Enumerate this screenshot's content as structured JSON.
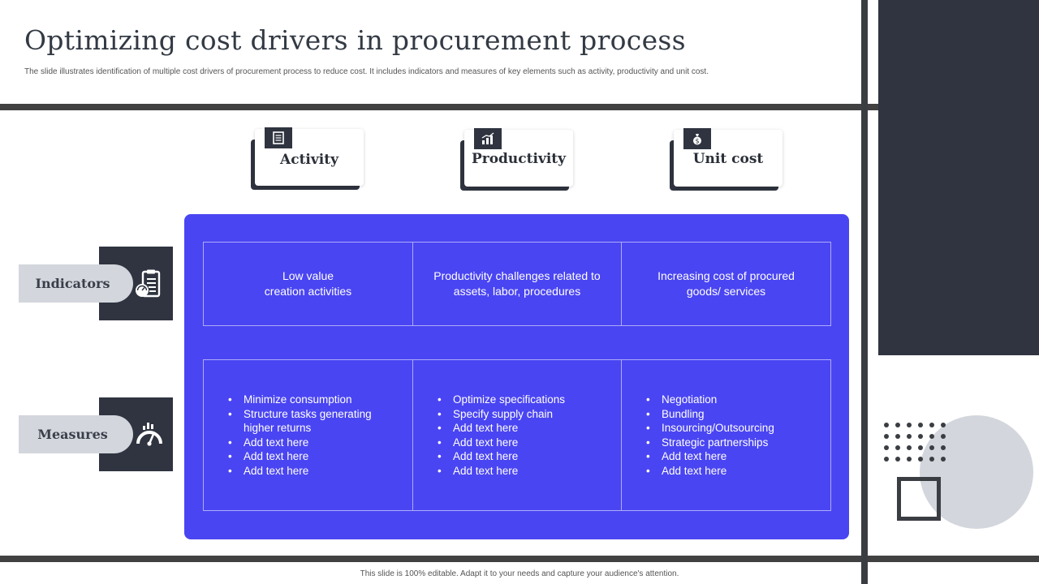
{
  "slide": {
    "title": "Optimizing cost drivers in procurement process",
    "subtitle": "The slide illustrates identification of multiple cost drivers of procurement process to reduce cost. It includes indicators and measures of key elements such as activity, productivity and unit cost.",
    "footer": "This slide is 100% editable. Adapt it to your needs and capture your audience's attention."
  },
  "columns": [
    {
      "label": "Activity",
      "icon": "document-icon"
    },
    {
      "label": "Productivity",
      "icon": "growth-chart-icon"
    },
    {
      "label": "Unit cost",
      "icon": "money-bag-icon"
    }
  ],
  "rows": {
    "indicators": {
      "label": "Indicators",
      "icon": "clipboard-gauge-icon"
    },
    "measures": {
      "label": "Measures",
      "icon": "speedometer-icon"
    }
  },
  "indicators": [
    "Low value\ncreation activities",
    "Productivity  challenges related to\nassets, labor, procedures",
    "Increasing cost of procured\ngoods/ services"
  ],
  "measures": [
    [
      "Minimize consumption",
      "Structure tasks generating higher returns",
      "Add text here",
      "Add text here",
      "Add text here"
    ],
    [
      "Optimize specifications",
      "Specify supply chain",
      "Add text here",
      "Add text here",
      "Add text here",
      "Add text here"
    ],
    [
      "Negotiation",
      "Bundling",
      "Insourcing/Outsourcing",
      "Strategic partnerships",
      "Add text here",
      "Add text here"
    ]
  ],
  "colors": {
    "accent": "#4a45f2",
    "dark": "#2f3440",
    "pill": "#d3d6dc"
  }
}
